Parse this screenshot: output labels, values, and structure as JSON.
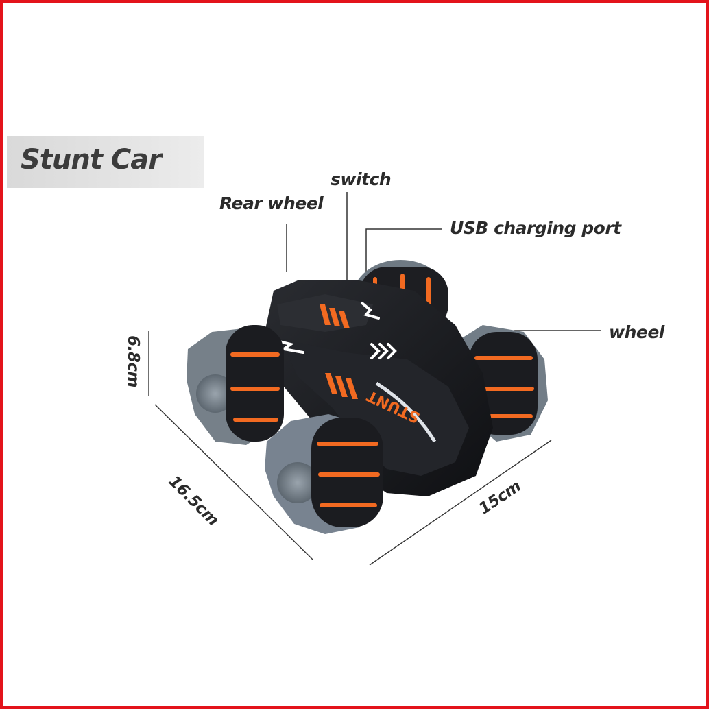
{
  "title": "Stunt Car",
  "callouts": {
    "rear_wheel": "Rear wheel",
    "switch": "switch",
    "usb_port": "USB charging port",
    "wheel": "wheel"
  },
  "dimensions": {
    "height": "6.8cm",
    "length": "16.5cm",
    "width": "15cm"
  },
  "car_decal": "STUNT",
  "colors": {
    "frame": "#e3131b",
    "body": "#1b1c1f",
    "accent": "#f26a21",
    "wheel_hub": "#7d8893"
  }
}
